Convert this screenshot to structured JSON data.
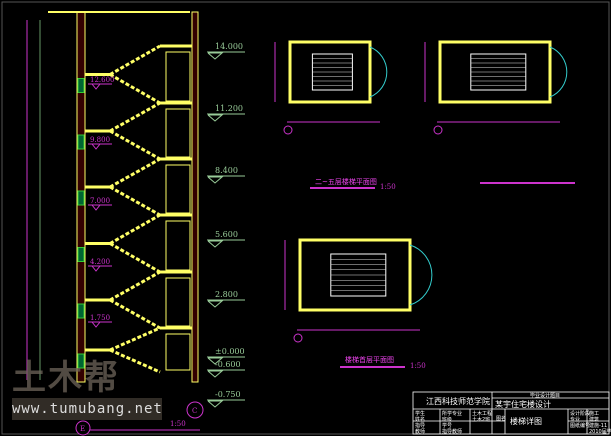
{
  "section": {
    "elevations": [
      "14.000",
      "11.200",
      "8.400",
      "5.600",
      "2.800",
      "±0.000",
      "-0.600",
      "-0.750"
    ],
    "landings": [
      "12.600",
      "9.800",
      "7.000",
      "4.200",
      "1.750"
    ],
    "grid_left": "E",
    "grid_right": "C",
    "scale": "1:50"
  },
  "plans": {
    "upper_title": "二~五层楼梯平面图",
    "ground_title": "楼梯首层平面图",
    "scale": "1:50"
  },
  "title_block": {
    "school": "江西科技师范学院",
    "project_label": "毕业设计题目",
    "project": "某宇住宅楼设计",
    "drawing": "楼梯详图",
    "left_labels": [
      "学生",
      "姓名",
      "指导",
      "教师"
    ],
    "mid_labels": [
      "所学专业",
      "班级",
      "学号",
      "指导教师"
    ],
    "mid_values": [
      "土木工程",
      "土木2班",
      "",
      ""
    ],
    "side_label": "图名",
    "right_labels": [
      "设计阶段",
      "专业",
      "图纸编号",
      ""
    ],
    "right_values": [
      "施工",
      "建筑",
      "建施-11",
      "2010届毕业设计"
    ]
  },
  "watermark": {
    "logo": "土木帮",
    "url": "www.tumubang.net"
  },
  "colors": {
    "wall": "#ffff66",
    "dim": "#ff33ff",
    "level": "#99dd99",
    "grid": "#cc33cc",
    "door": "#33cccc"
  }
}
